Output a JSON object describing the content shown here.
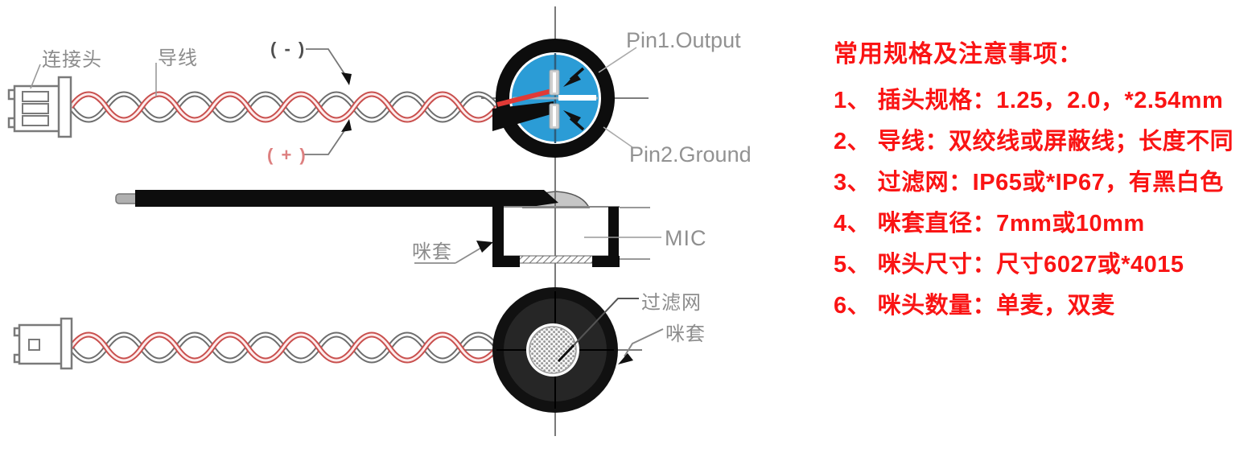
{
  "diagram": {
    "top_assembly": {
      "connector_label": "连接头",
      "wire_label": "导线",
      "negative_label": "( - )",
      "positive_label": "( + )",
      "pin1_label": "Pin1.Output",
      "pin2_label": "Pin2.Ground"
    },
    "mid_assembly": {
      "sleeve_label": "咪套",
      "mic_label": "MIC"
    },
    "bottom_assembly": {
      "filter_label": "过滤网",
      "sleeve_label": "咪套"
    },
    "icons": {
      "crosshair": "crosshair-centerlines",
      "arrows": [
        "arrow-to-negative-wire",
        "arrow-to-positive-wire",
        "arrow-to-pin1",
        "arrow-to-pin2",
        "arrow-to-sleeve-mid",
        "arrow-to-sleeve-bottom"
      ]
    },
    "colors": {
      "cross_section_blue": "#2b9cd6",
      "wire_red": "#c9504e",
      "wire_gray": "#6e6e6e",
      "label_gray": "#8c8c8c",
      "housing_black": "#111111"
    }
  },
  "notes": {
    "title": "常用规格及注意事项：",
    "accent_color": "#fa1414",
    "items": [
      "1、 插头规格：1.25，2.0，*2.54mm",
      "2、 导线：双绞线或屏蔽线；长度不同",
      "3、 过滤网：IP65或*IP67，有黑白色",
      "4、 咪套直径：7mm或10mm",
      "5、 咪头尺寸：尺寸6027或*4015",
      "6、 咪头数量：单麦，双麦"
    ]
  }
}
